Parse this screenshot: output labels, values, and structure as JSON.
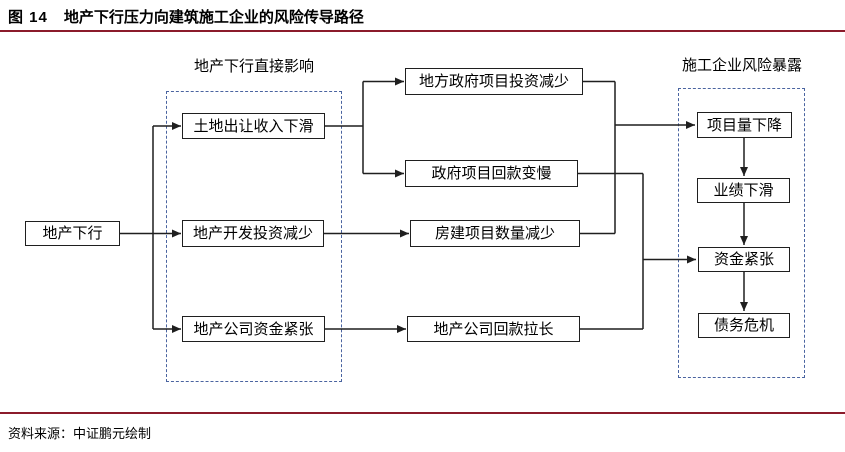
{
  "header": {
    "figure_label": "图 14",
    "title": "地产下行压力向建筑施工企业的风险传导路径"
  },
  "footer": {
    "source": "资料来源：中证鹏元绘制"
  },
  "colors": {
    "rule": "#8b1b2b",
    "group_border": "#4a64a0",
    "node_border": "#1f1f1f",
    "connector": "#1f1f1f",
    "text": "#000000",
    "background": "#ffffff"
  },
  "diagram": {
    "groups": [
      {
        "id": "direct-impact",
        "label": "地产下行直接影响"
      },
      {
        "id": "risk-exposure",
        "label": "施工企业风险暴露"
      }
    ],
    "nodes": [
      {
        "id": "real-estate-downturn",
        "label": "地产下行"
      },
      {
        "id": "land-sale-revenue-decline",
        "label": "土地出让收入下滑"
      },
      {
        "id": "dev-investment-decrease",
        "label": "地产开发投资减少"
      },
      {
        "id": "developer-cash-strain",
        "label": "地产公司资金紧张"
      },
      {
        "id": "local-gov-project-investment-decrease",
        "label": "地方政府项目投资减少"
      },
      {
        "id": "gov-project-payment-slowdown",
        "label": "政府项目回款变慢"
      },
      {
        "id": "housing-project-quantity-decrease",
        "label": "房建项目数量减少"
      },
      {
        "id": "developer-payment-lengthening",
        "label": "地产公司回款拉长"
      },
      {
        "id": "project-volume-decline",
        "label": "项目量下降"
      },
      {
        "id": "performance-decline",
        "label": "业绩下滑"
      },
      {
        "id": "cash-strain",
        "label": "资金紧张"
      },
      {
        "id": "debt-crisis",
        "label": "债务危机"
      }
    ],
    "edges": [
      {
        "from": "real-estate-downturn",
        "to": "land-sale-revenue-decline"
      },
      {
        "from": "real-estate-downturn",
        "to": "dev-investment-decrease"
      },
      {
        "from": "real-estate-downturn",
        "to": "developer-cash-strain"
      },
      {
        "from": "land-sale-revenue-decline",
        "to": "local-gov-project-investment-decrease"
      },
      {
        "from": "land-sale-revenue-decline",
        "to": "gov-project-payment-slowdown"
      },
      {
        "from": "dev-investment-decrease",
        "to": "housing-project-quantity-decrease"
      },
      {
        "from": "developer-cash-strain",
        "to": "developer-payment-lengthening"
      },
      {
        "from": "local-gov-project-investment-decrease",
        "to": "project-volume-decline"
      },
      {
        "from": "housing-project-quantity-decrease",
        "to": "project-volume-decline"
      },
      {
        "from": "gov-project-payment-slowdown",
        "to": "cash-strain"
      },
      {
        "from": "developer-payment-lengthening",
        "to": "cash-strain"
      },
      {
        "from": "project-volume-decline",
        "to": "performance-decline"
      },
      {
        "from": "performance-decline",
        "to": "cash-strain"
      },
      {
        "from": "cash-strain",
        "to": "debt-crisis"
      }
    ]
  }
}
